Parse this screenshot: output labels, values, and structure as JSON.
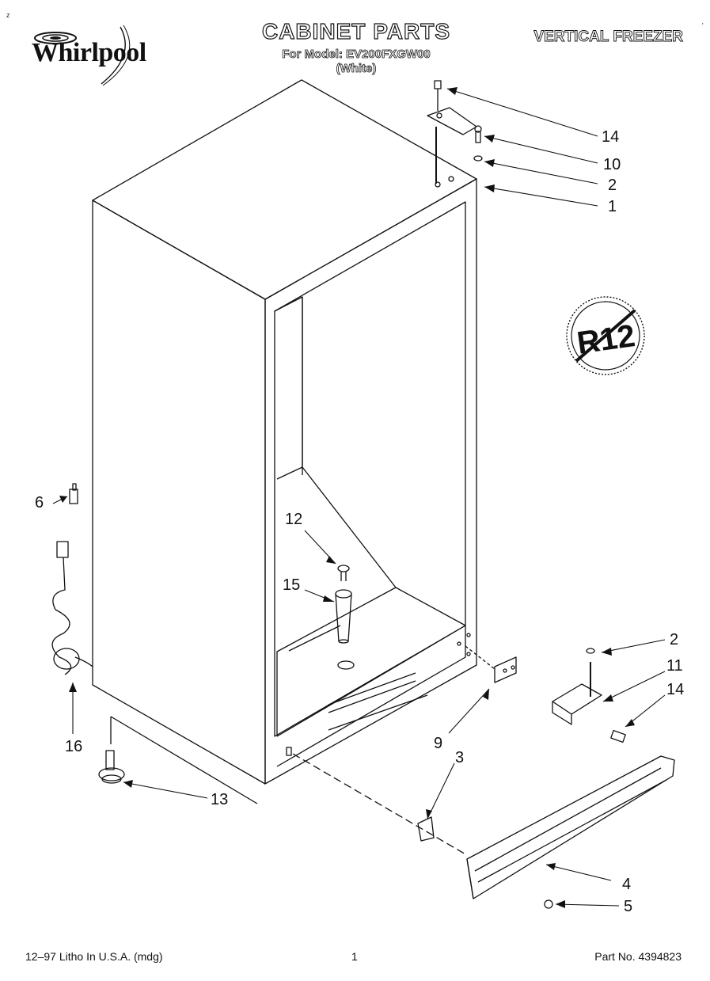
{
  "header": {
    "brand": "Whirlpool",
    "title": "CABINET PARTS",
    "model_line": "For Model: EV200FXGW00",
    "color_line": "(White)",
    "product": "VERTICAL FREEZER"
  },
  "diagram": {
    "r12_badge": "R12",
    "callouts": [
      "14",
      "10",
      "2",
      "1",
      "6",
      "12",
      "15",
      "16",
      "13",
      "2",
      "11",
      "14",
      "9",
      "3",
      "4",
      "5"
    ]
  },
  "footer": {
    "litho": "12–97 Litho In U.S.A. (mdg)",
    "page": "1",
    "part_no": "Part No. 4394823"
  },
  "colors": {
    "ink": "#111111",
    "paper": "#ffffff"
  }
}
